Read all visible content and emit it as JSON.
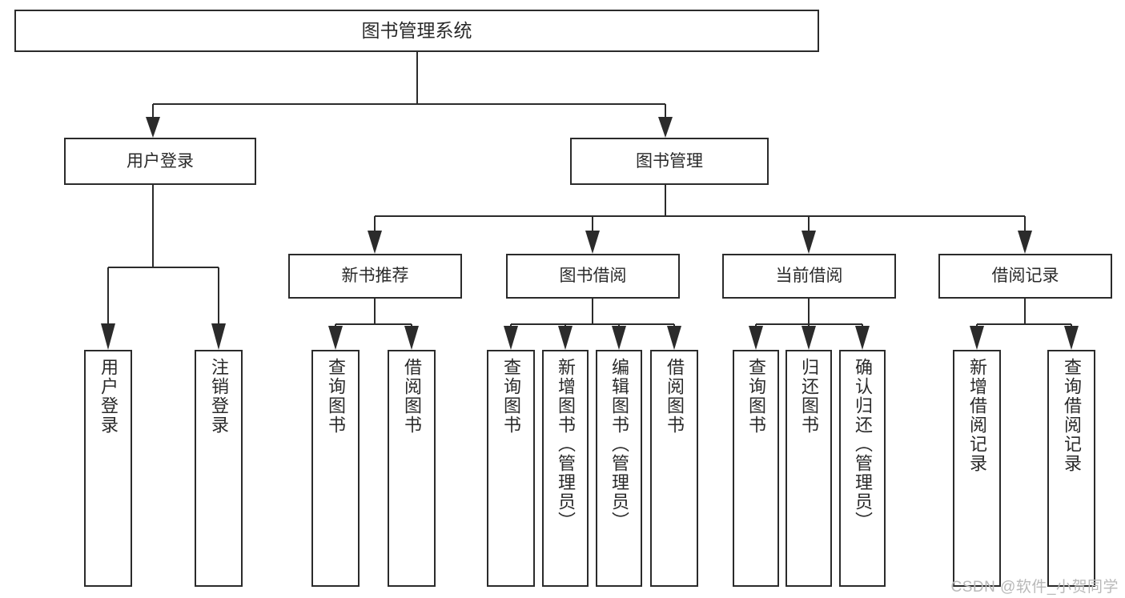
{
  "diagram": {
    "title": "图书管理系统",
    "type": "tree",
    "orientation": "top-down",
    "colors": {
      "background": "#ffffff",
      "box_fill": "#ffffff",
      "box_stroke": "#2b2b2b",
      "connector": "#2b2b2b",
      "text": "#2a2a2a",
      "watermark": "#b9b9b9"
    },
    "root": {
      "label": "图书管理系统"
    },
    "level2": [
      {
        "label": "用户登录"
      },
      {
        "label": "图书管理"
      }
    ],
    "level3": [
      {
        "label": "新书推荐"
      },
      {
        "label": "图书借阅"
      },
      {
        "label": "当前借阅"
      },
      {
        "label": "借阅记录"
      }
    ],
    "leaves": {
      "user_login": [
        {
          "label": "用户登录"
        },
        {
          "label": "注销登录"
        }
      ],
      "new_book_recommend": [
        {
          "label": "查询图书"
        },
        {
          "label": "借阅图书"
        }
      ],
      "book_borrow": [
        {
          "label": "查询图书"
        },
        {
          "label": "新增图书（管理员）"
        },
        {
          "label": "编辑图书（管理员）"
        },
        {
          "label": "借阅图书"
        }
      ],
      "current_borrow": [
        {
          "label": "查询图书"
        },
        {
          "label": "归还图书"
        },
        {
          "label": "确认归还（管理员）"
        }
      ],
      "borrow_record": [
        {
          "label": "新增借阅记录"
        },
        {
          "label": "查询借阅记录"
        }
      ]
    },
    "watermark": "CSDN @软件_小贺同学"
  }
}
